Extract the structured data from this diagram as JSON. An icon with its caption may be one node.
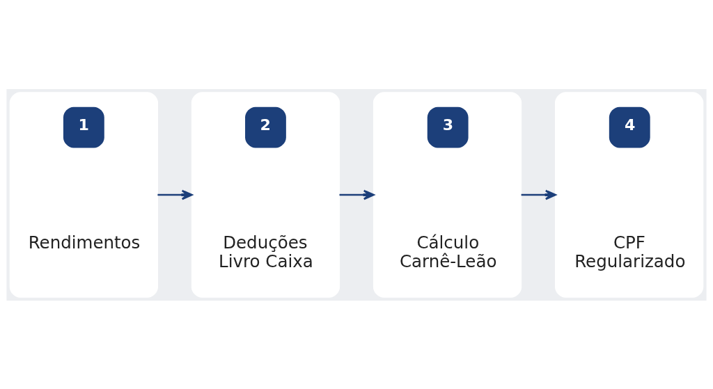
{
  "diagram": {
    "nodes": [
      {
        "text": [
          "1",
          "Rendimentos"
        ]
      },
      {
        "text": [
          "2",
          "Deduções Livro Caixa"
        ]
      },
      {
        "text": [
          "3",
          "Cálculo Carnê-Leão"
        ]
      },
      {
        "text": [
          "4",
          "CPF Regularizado"
        ]
      }
    ],
    "edges": [
      {
        "from": 0,
        "to": 1,
        "arrow": "to"
      },
      {
        "from": 1,
        "to": 2,
        "arrow": "to"
      },
      {
        "from": 2,
        "to": 3,
        "arrow": "to"
      }
    ]
  }
}
